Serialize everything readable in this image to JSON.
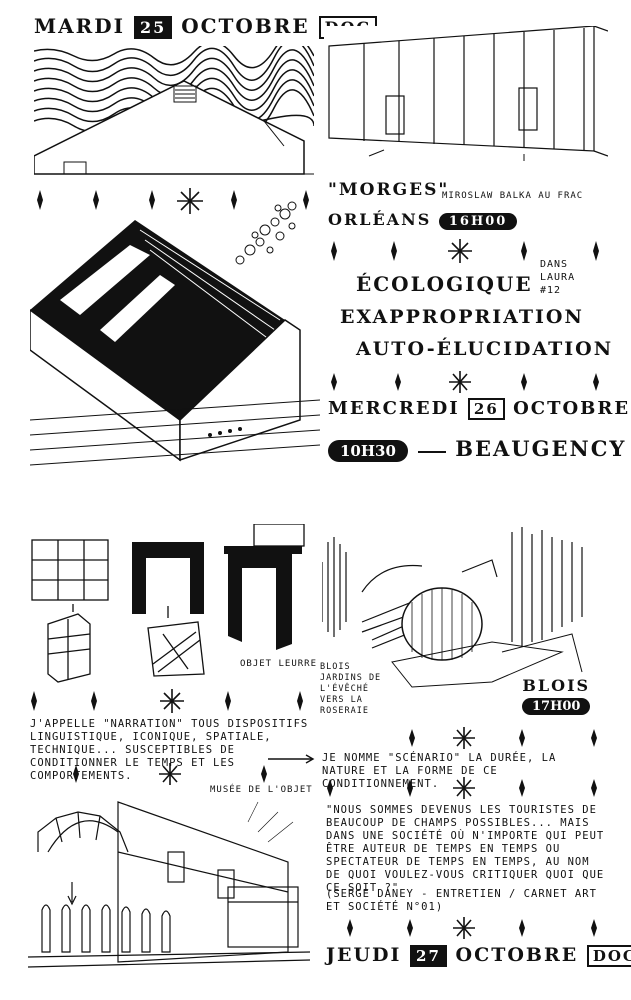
{
  "page1": {
    "header_day": "MARDI",
    "header_num": "25",
    "header_month": "OCTOBRE",
    "header_tag": "DOC",
    "title_morges": "\"MORGES\"",
    "byline": "MIROSLAW BALKA AU FRAC",
    "city": "ORLÉANS",
    "time1": "16H00",
    "side_note": "DANS LAURA #12",
    "word1": "ÉCOLOGIQUE",
    "word2": "EXAPPROPRIATION",
    "word3": "AUTO-ÉLUCIDATION",
    "header2_day": "MERCREDI",
    "header2_num": "26",
    "header2_month": "OCTOBRE",
    "time2": "10H30",
    "city2": "BEAUGENCY"
  },
  "page2": {
    "label_objet": "OBJET LEURRE",
    "blois_note": "BLOIS JARDINS DE L'ÉVÊCHÉ VERS LA ROSERAIE",
    "blois_city": "BLOIS",
    "blois_time": "17H00",
    "narration": "J'APPELLE \"NARRATION\" TOUS DISPOSITIFS LINGUISTIQUE, ICONIQUE, SPATIALE, TECHNIQUE... SUSCEPTIBLES DE CONDITIONNER LE TEMPS ET LES COMPORTEMENTS.",
    "scenario": "JE NOMME \"SCÉNARIO\" LA DURÉE, LA NATURE ET LA FORME DE CE CONDITIONNEMENT.",
    "musee": "MUSÉE DE L'OBJET",
    "quote": "\"NOUS SOMMES DEVENUS LES TOURISTES DE BEAUCOUP DE CHAMPS POSSIBLES... MAIS DANS UNE SOCIÉTÉ OÙ N'IMPORTE QUI PEUT ÊTRE AUTEUR DE TEMPS EN TEMPS OU SPECTATEUR DE TEMPS EN TEMPS, AU NOM DE QUOI VOULEZ-VOUS CRITIQUER QUOI QUE CE SOIT ?\"",
    "citation": "(SERGE DANEY - ENTRETIEN / CARNET ART ET SOCIÉTÉ N°01)",
    "footer_day": "JEUDI",
    "footer_num": "27",
    "footer_month": "OCTOBRE",
    "footer_tag": "DOC"
  },
  "icons": [
    "diamond-ornament",
    "star-ornament",
    "arrow"
  ]
}
